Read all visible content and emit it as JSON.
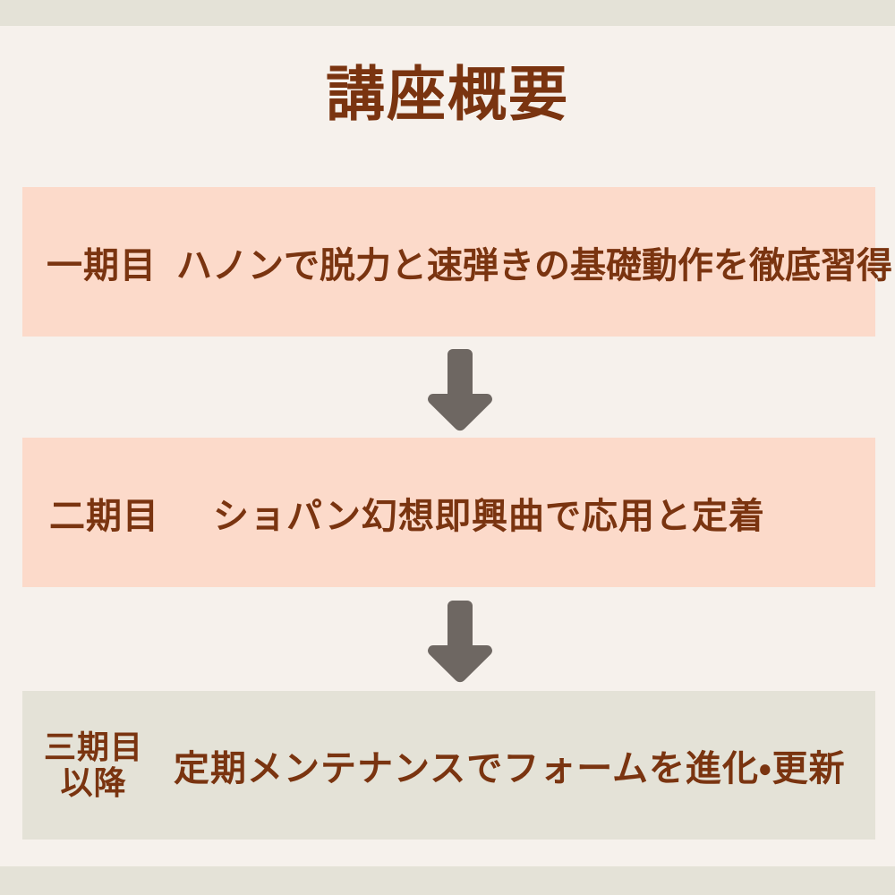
{
  "page": {
    "title": "講座概要",
    "background_color": "#f6f1ec",
    "band_color": "#e4e2d7",
    "text_color": "#7a3410",
    "arrow_color": "#6e6762"
  },
  "flow": {
    "steps": [
      {
        "label": "一期目",
        "label_lines": [
          "一期目"
        ],
        "text": "ハノンで脱力と速弾きの基礎動作を徹底習得",
        "box_color": "#fcdaca"
      },
      {
        "label": "二期目",
        "label_lines": [
          "二期目"
        ],
        "text": "ショパン幻想即興曲で応用と定着",
        "box_color": "#fcdaca"
      },
      {
        "label": "三期目以降",
        "label_lines": [
          "三期目",
          "以降"
        ],
        "text": "定期メンテナンスでフォームを進化・更新",
        "box_color": "#e4e2d7"
      }
    ],
    "connectors": [
      {
        "icon": "arrow-down-icon"
      },
      {
        "icon": "arrow-down-icon"
      }
    ]
  }
}
